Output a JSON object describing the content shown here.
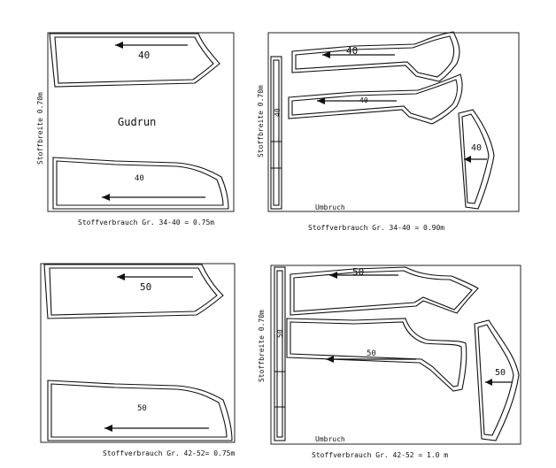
{
  "layouts": [
    {
      "id": "tl",
      "side_label": "Stoffbreite 0.70m",
      "center_label": "Gudrun",
      "pieces": [
        {
          "label": "40",
          "kind": "front"
        },
        {
          "label": "40",
          "kind": "back"
        }
      ],
      "caption": "Stoffverbrauch Gr. 34-40 = 0.75m"
    },
    {
      "id": "tr",
      "side_label": "Stoffbreite 0.70m",
      "strip_label": "40",
      "fold_label": "Umbruch",
      "pieces": [
        {
          "label": "40",
          "kind": "front"
        },
        {
          "label": "40",
          "kind": "back"
        },
        {
          "label": "40",
          "kind": "sleeve"
        }
      ],
      "caption": "Stoffverbrauch Gr. 34-40 = 0.90m"
    },
    {
      "id": "bl",
      "pieces": [
        {
          "label": "50",
          "kind": "front"
        },
        {
          "label": "50",
          "kind": "back"
        }
      ],
      "caption": "Stoffverbrauch Gr. 42-52= 0.75m"
    },
    {
      "id": "br",
      "side_label": "Stoffbreite 0.70m",
      "strip_label": "50",
      "fold_label": "Umbruch",
      "pieces": [
        {
          "label": "50",
          "kind": "front"
        },
        {
          "label": "50",
          "kind": "back"
        },
        {
          "label": "50",
          "kind": "sleeve"
        }
      ],
      "caption": "Stoffverbrauch Gr. 42-52 = 1.0 m"
    }
  ]
}
